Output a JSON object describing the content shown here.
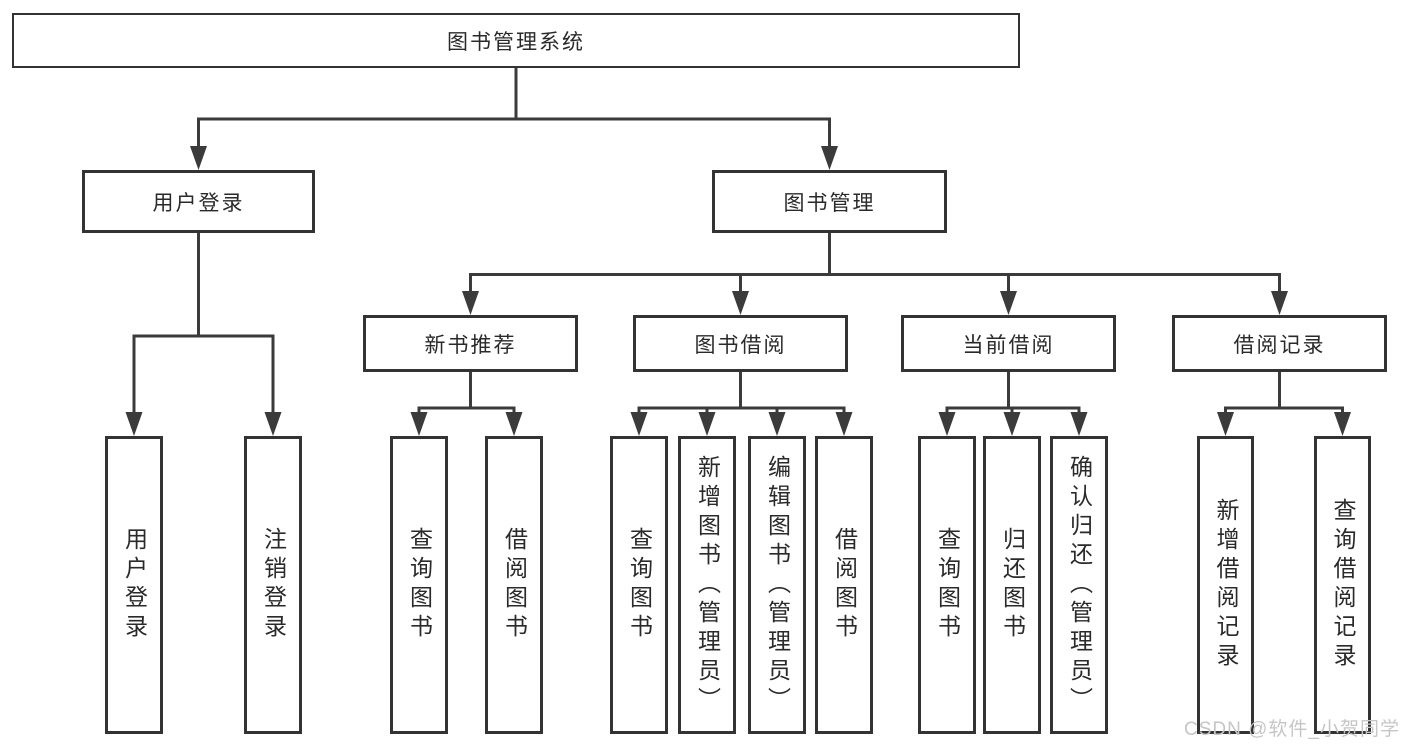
{
  "colors": {
    "background": "#ffffff",
    "box_border": "#333333",
    "connector_line": "#3b3b3b",
    "text": "#2a2a2a",
    "watermark": "#c6c6c6"
  },
  "diagram": {
    "root": {
      "label": "图书管理系统"
    },
    "level2": [
      {
        "label": "用户登录",
        "parent": "图书管理系统"
      },
      {
        "label": "图书管理",
        "parent": "图书管理系统"
      }
    ],
    "level3": [
      {
        "label": "新书推荐",
        "parent": "图书管理"
      },
      {
        "label": "图书借阅",
        "parent": "图书管理"
      },
      {
        "label": "当前借阅",
        "parent": "图书管理"
      },
      {
        "label": "借阅记录",
        "parent": "图书管理"
      }
    ],
    "leaves": [
      {
        "label": "用户登录",
        "parent": "用户登录"
      },
      {
        "label": "注销登录",
        "parent": "用户登录"
      },
      {
        "label": "查询图书",
        "parent": "新书推荐"
      },
      {
        "label": "借阅图书",
        "parent": "新书推荐"
      },
      {
        "label": "查询图书",
        "parent": "图书借阅"
      },
      {
        "label": "新增图书（管理员）",
        "parent": "图书借阅"
      },
      {
        "label": "编辑图书（管理员）",
        "parent": "图书借阅"
      },
      {
        "label": "借阅图书",
        "parent": "图书借阅"
      },
      {
        "label": "查询图书",
        "parent": "当前借阅"
      },
      {
        "label": "归还图书",
        "parent": "当前借阅"
      },
      {
        "label": "确认归还（管理员）",
        "parent": "当前借阅"
      },
      {
        "label": "新增借阅记录",
        "parent": "借阅记录"
      },
      {
        "label": "查询借阅记录",
        "parent": "借阅记录"
      }
    ]
  },
  "watermark": {
    "text": "CSDN @软件_小贺同学"
  }
}
